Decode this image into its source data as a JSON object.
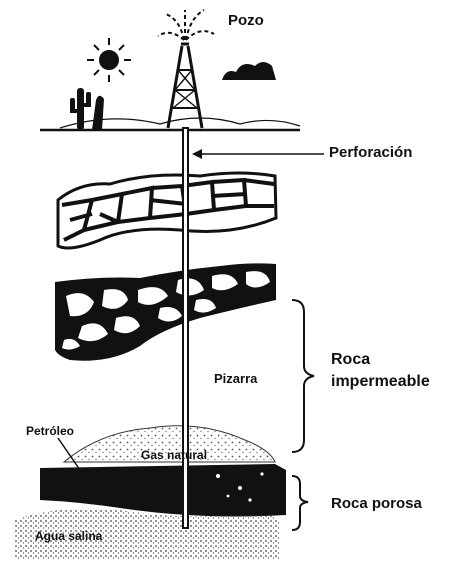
{
  "labels": {
    "well": "Pozo",
    "drilling": "Perforación",
    "impermeable_line1": "Roca",
    "impermeable_line2": "impermeable",
    "shale": "Pizarra",
    "oil": "Petróleo",
    "natural_gas": "Gas natural",
    "porous_rock": "Roca porosa",
    "salt_water": "Agua salina"
  },
  "icons": {
    "sun": "sun-icon",
    "cactus": "cactus-icon",
    "cloud": "cloud-icon",
    "derrick": "oil-derrick-icon"
  },
  "colors": {
    "ink": "#111111",
    "paper": "#ffffff",
    "dots": "#555555"
  }
}
